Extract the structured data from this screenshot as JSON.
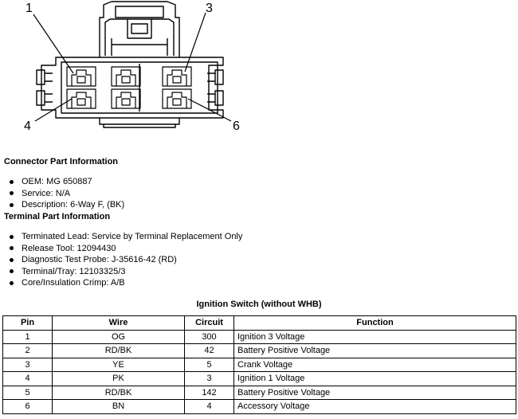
{
  "diagram": {
    "pin_callouts": [
      "1",
      "3",
      "4",
      "6"
    ]
  },
  "connector_info": {
    "heading": "Connector Part Information",
    "items": [
      "OEM: MG 650887",
      "Service: N/A",
      "Description: 6-Way F, (BK)"
    ]
  },
  "terminal_info": {
    "heading": "Terminal Part Information",
    "items": [
      "Terminated Lead: Service by Terminal Replacement Only",
      "Release Tool: 12094430",
      "Diagnostic Test Probe: J-35616-42 (RD)",
      "Terminal/Tray: 12103325/3",
      "Core/Insulation Crimp: A/B"
    ]
  },
  "table": {
    "title": "Ignition Switch (without WHB)",
    "headers": [
      "Pin",
      "Wire",
      "Circuit",
      "Function"
    ],
    "rows": [
      [
        "1",
        "OG",
        "300",
        "Ignition 3 Voltage"
      ],
      [
        "2",
        "RD/BK",
        "42",
        "Battery Positive Voltage"
      ],
      [
        "3",
        "YE",
        "5",
        "Crank Voltage"
      ],
      [
        "4",
        "PK",
        "3",
        "Ignition 1 Voltage"
      ],
      [
        "5",
        "RD/BK",
        "142",
        "Battery Positive Voltage"
      ],
      [
        "6",
        "BN",
        "4",
        "Accessory Voltage"
      ]
    ]
  }
}
